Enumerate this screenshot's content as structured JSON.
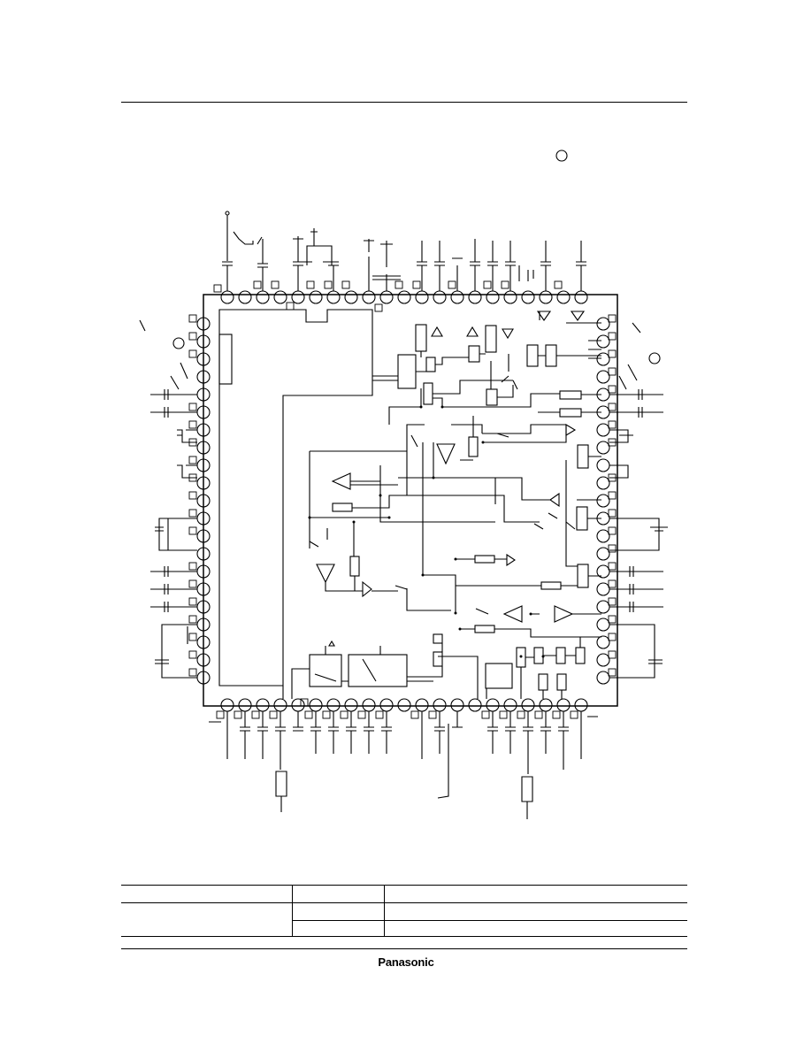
{
  "header": {
    "title": "",
    "circle_marker": ""
  },
  "schematic": {
    "ic_label": "",
    "top_pin_count": 21,
    "bottom_pin_count": 21,
    "left_pin_count": 21,
    "right_pin_count": 21,
    "icon": "ic-block-diagram"
  },
  "table": {
    "rows": [
      {
        "col1": "",
        "col2": "",
        "col3": ""
      },
      {
        "col1": "",
        "col2": "",
        "col3": ""
      },
      {
        "col1": "",
        "col2": "",
        "col3": ""
      }
    ]
  },
  "footer": {
    "brand": "Panasonic"
  }
}
